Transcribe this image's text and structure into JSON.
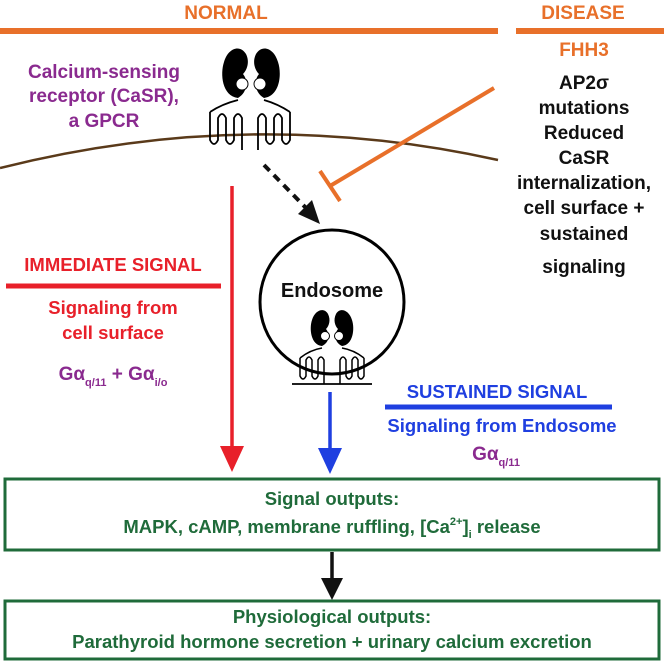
{
  "header": {
    "normal_label": "NORMAL",
    "disease_label": "DISEASE"
  },
  "receptor": {
    "line1": "Calcium-sensing",
    "line2": "receptor (CaSR),",
    "line3": "a GPCR"
  },
  "disease": {
    "title": "FHH3",
    "lines": [
      "AP2σ",
      "mutations",
      "Reduced",
      "CaSR",
      "internalization,",
      "cell surface +",
      "sustained",
      "signaling"
    ]
  },
  "endosome": {
    "label": "Endosome"
  },
  "immediate": {
    "title": "IMMEDIATE SIGNAL",
    "line1": "Signaling from",
    "line2": "cell surface",
    "g1": "Gα",
    "g1_sub": "q/11",
    "plus": " + Gα",
    "g2_sub": "i/o"
  },
  "sustained": {
    "title": "SUSTAINED SIGNAL",
    "line1": "Signaling from Endosome",
    "g": "Gα",
    "g_sub": "q/11"
  },
  "signal_outputs": {
    "title": "Signal outputs:",
    "text_a": "MAPK, cAMP, membrane ruffling, [Ca",
    "text_sup": "2+",
    "text_b": "]",
    "text_sub": "i",
    "text_c": " release"
  },
  "physiological_outputs": {
    "title": "Physiological outputs:",
    "text": "Parathyroid hormone secretion + urinary calcium excretion"
  },
  "colors": {
    "orange": "#e8702a",
    "purple": "#8a2a8f",
    "red": "#e8202a",
    "blue": "#1f3fe0",
    "green": "#1f6b3a",
    "black": "#111111",
    "membrane": "#5a3a1a"
  }
}
